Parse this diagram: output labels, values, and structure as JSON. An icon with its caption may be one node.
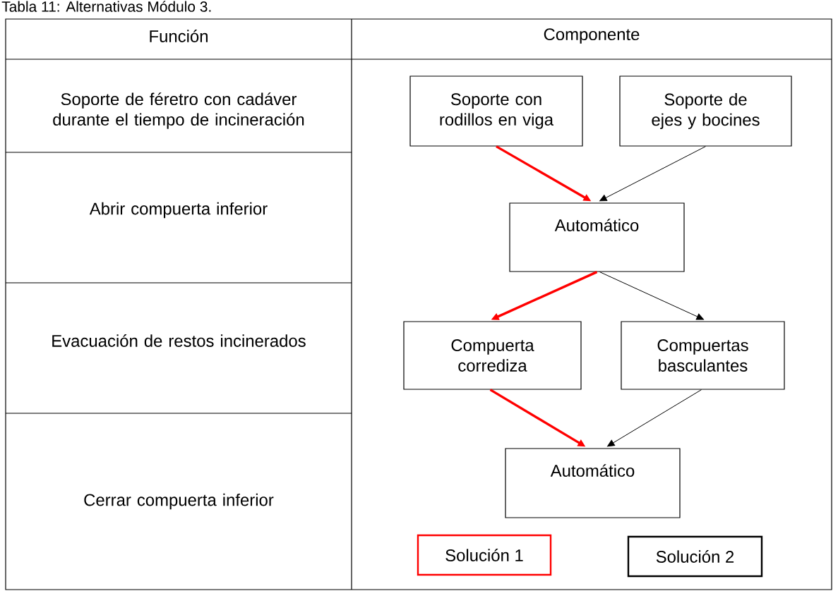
{
  "diagram": {
    "title": "Tabla 11: Alternativas Módulo 3.",
    "nodes": [
      {
        "text": [
          "Soporte con rodillos en viga"
        ]
      },
      {
        "text": [
          "Soporte de ejes y bocines"
        ]
      },
      {
        "text": [
          "Automático"
        ]
      },
      {
        "text": [
          "Compuerta corrediza"
        ]
      },
      {
        "text": [
          "Compuertas basculantes"
        ]
      },
      {
        "text": [
          "Automático"
        ]
      }
    ],
    "edges": [
      {
        "from": 0,
        "to": 2,
        "arrow": "to",
        "style": "thick",
        "color": "#ff0000"
      },
      {
        "from": 1,
        "to": 2,
        "arrow": "to",
        "color": "#000000"
      },
      {
        "from": 2,
        "to": 3,
        "arrow": "to",
        "style": "thick",
        "color": "#ff0000"
      },
      {
        "from": 2,
        "to": 4,
        "arrow": "to",
        "color": "#000000"
      },
      {
        "from": 3,
        "to": 5,
        "arrow": "to",
        "style": "thick",
        "color": "#ff0000"
      },
      {
        "from": 4,
        "to": 5,
        "arrow": "to",
        "color": "#000000"
      }
    ],
    "labels": [
      "Función",
      "Componente",
      "Soporte de féretro con cadáver durante el tiempo de incineración",
      "Abrir compuerta inferior",
      "Evacuación de restos incinerados",
      "Cerrar compuerta inferior"
    ],
    "legend": [
      {
        "text": "Solución 1",
        "color": "#ff0000"
      },
      {
        "text": "Solución 2",
        "color": "#000000"
      }
    ]
  }
}
